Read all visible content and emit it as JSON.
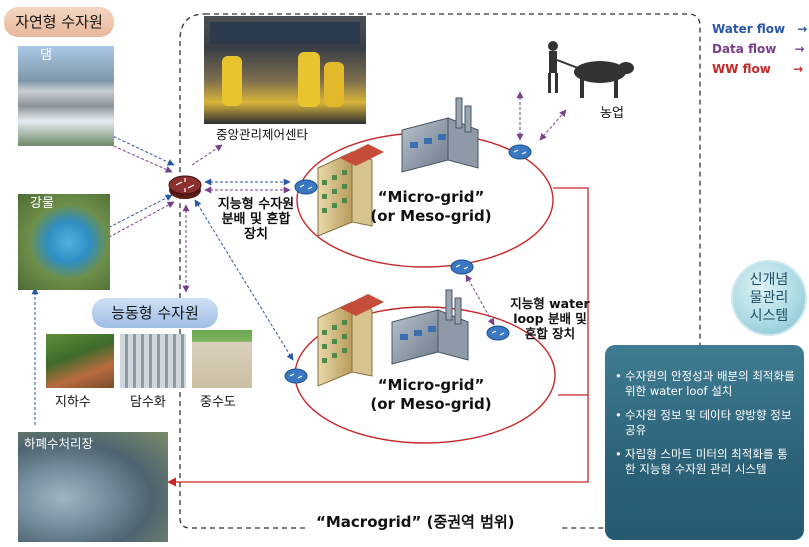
{
  "legend": {
    "water_flow": "Water flow",
    "data_flow": "Data flow",
    "ww_flow": "WW flow",
    "arrow": "→",
    "colors": {
      "water": "#2a56a6",
      "data": "#7a3f8a",
      "ww": "#c62828"
    }
  },
  "natural_sources_title": "자연형 수자원",
  "active_sources_title": "능동형 수자원",
  "dam_label": "댐",
  "river_label": "강물",
  "groundwater_label": "지하수",
  "desalination_label": "담수화",
  "greywater_label": "중수도",
  "wastewater_label": "하폐수처리장",
  "control_center_label": "중앙관리제어센타",
  "agriculture_label": "농업",
  "mixing_device_label": "지능형 수자원\n분배 및 혼합\n장치",
  "water_loop_label": "지능형 water\nloop 분배 및\n혼합 장치",
  "microgrid_top": {
    "line1": "“Micro-grid”",
    "line2": "(or Meso-grid)"
  },
  "microgrid_bottom": {
    "line1": "“Micro-grid”",
    "line2": "(or Meso-grid)"
  },
  "macrogrid_label": "“Macrogrid” (중권역 범위)",
  "system_badge": "신개념\n물관리\n시스템",
  "panel_items": [
    "수자원의 안정성과 배분의 최적화를 위한 water loof 설치",
    "수자원 정보 및 데이타 양방향 정보 공유",
    "자립형 스마트 미터의 최적화를 통한 지능형 수자원 관리 시스템"
  ]
}
